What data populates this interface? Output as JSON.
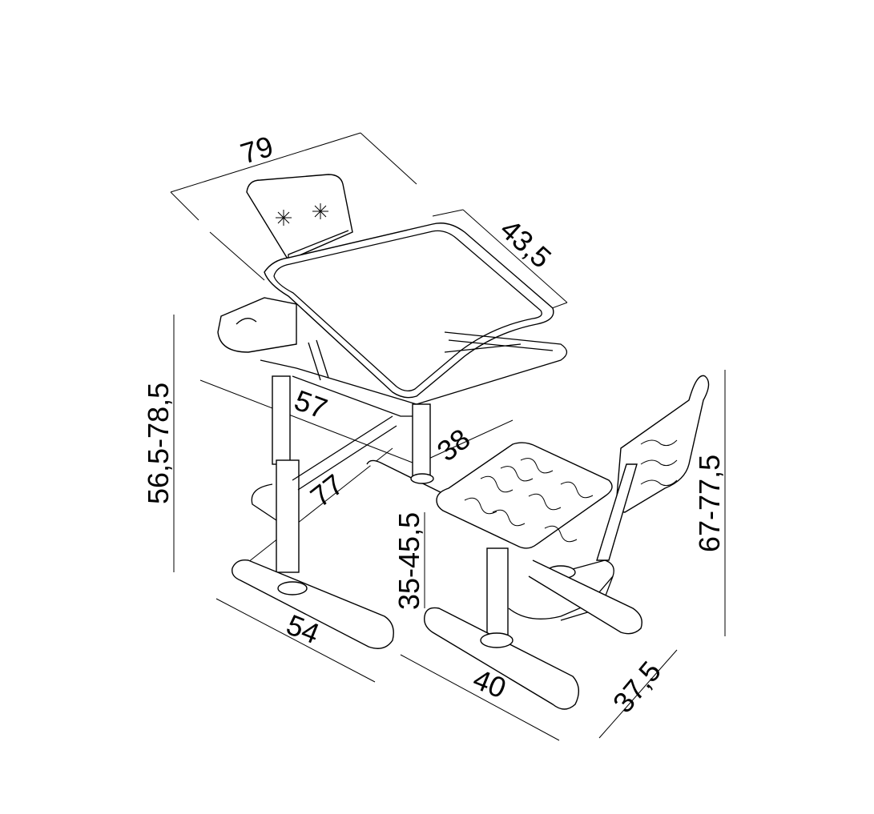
{
  "dimensions": {
    "desk_width": "79",
    "desk_depth": "43,5",
    "desk_height": "56,5-78,5",
    "desk_frame_depth": "57",
    "seat_depth": "38",
    "base_length": "77",
    "seat_height": "35-45,5",
    "chair_height": "67-77,5",
    "desk_base_width": "54",
    "chair_base_width": "40",
    "chair_depth": "37,5"
  }
}
